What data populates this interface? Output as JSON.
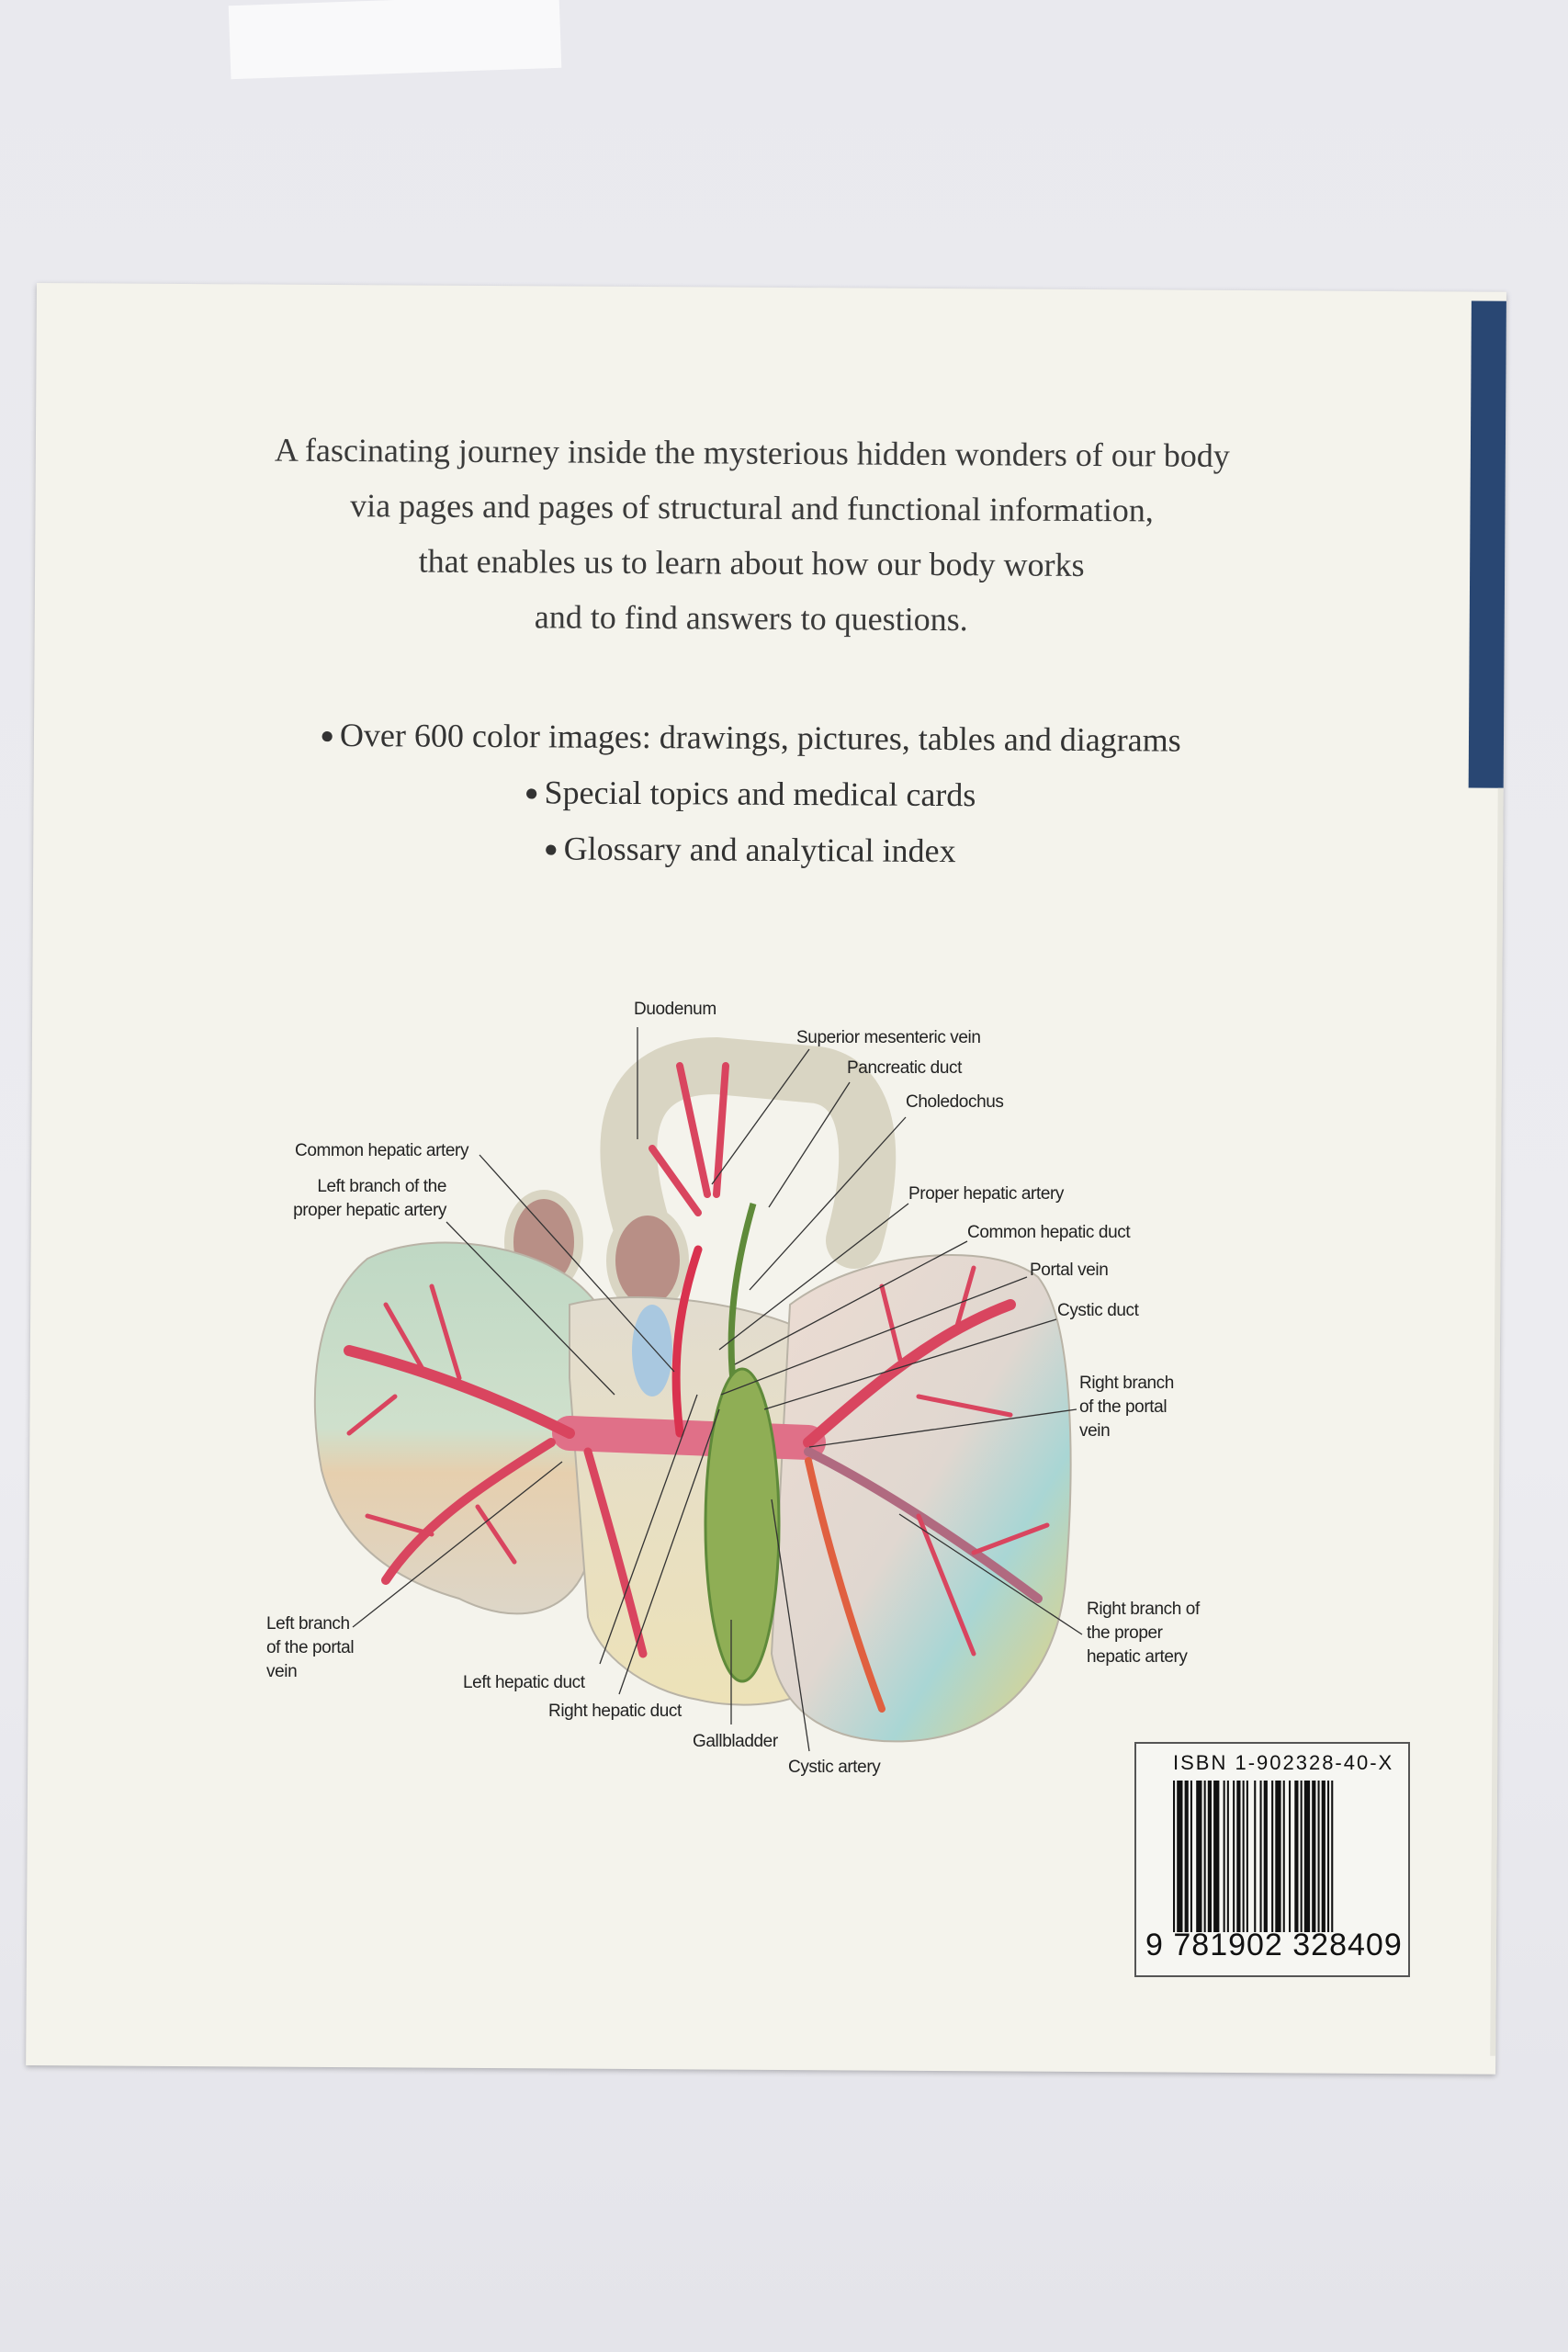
{
  "blurb": {
    "lines": [
      "A fascinating journey inside the mysterious hidden wonders of our body",
      "via pages and pages of structural and functional information,",
      "that enables us to learn about how our body works",
      "and to find answers to questions."
    ]
  },
  "bullets": [
    "Over 600 color images: drawings, pictures, tables and diagrams",
    "Special topics and medical cards",
    "Glossary and analytical index"
  ],
  "diagram": {
    "labels": {
      "duodenum": "Duodenum",
      "superior_mesenteric_vein": "Superior mesenteric vein",
      "pancreatic_duct": "Pancreatic duct",
      "choledochus": "Choledochus",
      "common_hepatic_artery": "Common hepatic artery",
      "left_branch_pha": [
        "Left branch of the",
        "proper hepatic artery"
      ],
      "proper_hepatic_artery": "Proper hepatic artery",
      "common_hepatic_duct": "Common hepatic duct",
      "portal_vein": "Portal vein",
      "cystic_duct": "Cystic duct",
      "right_branch_portal": [
        "Right branch",
        "of the portal",
        "vein"
      ],
      "left_branch_portal": [
        "Left branch",
        "of the portal",
        "vein"
      ],
      "left_hepatic_duct": "Left hepatic duct",
      "right_hepatic_duct": "Right hepatic duct",
      "gallbladder": "Gallbladder",
      "cystic_artery": "Cystic artery",
      "right_branch_pha": [
        "Right branch of",
        "the proper",
        "hepatic artery"
      ]
    }
  },
  "barcode": {
    "isbn": "ISBN 1-902328-40-X",
    "first_digit": "9",
    "digits": "781902 328409"
  },
  "colors": {
    "spine": "#294773",
    "cover": "#f4f3ec",
    "artery": "#d9324f",
    "vein": "#e0708a",
    "duct": "#5f8a3a"
  }
}
